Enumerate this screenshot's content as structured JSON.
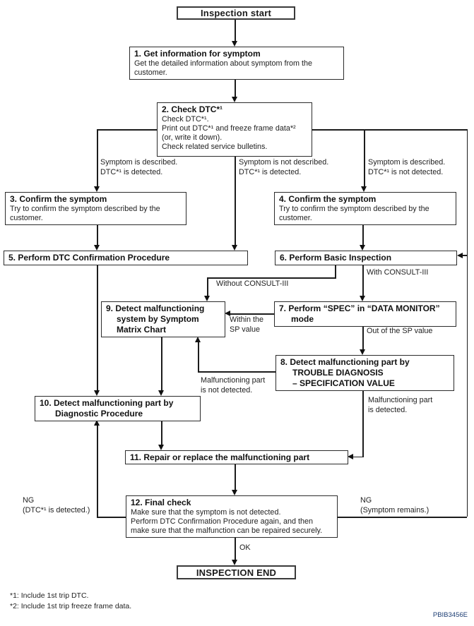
{
  "diagram": {
    "start_label": "Inspection start",
    "end_label": "INSPECTION END",
    "boxes": {
      "b1": {
        "title": "1. Get information for symptom",
        "body": "Get the detailed information about symptom from the customer."
      },
      "b2": {
        "title": "2. Check DTC*¹",
        "lines": [
          "Check DTC*¹.",
          "Print out DTC*¹ and freeze frame data*²",
          "(or, write it down).",
          "Check related service bulletins."
        ]
      },
      "b3": {
        "title": "3. Confirm the symptom",
        "body": "Try to confirm the symptom described by the customer."
      },
      "b4": {
        "title": "4. Confirm the symptom",
        "body": "Try to confirm the symptom described by the customer."
      },
      "b5": {
        "title": "5. Perform DTC Confirmation Procedure"
      },
      "b6": {
        "title": "6. Perform Basic Inspection"
      },
      "b7": {
        "line1": "7. Perform “SPEC” in “DATA MONITOR”",
        "line2": "mode"
      },
      "b8": {
        "line1": "8. Detect malfunctioning part by",
        "line2": "TROUBLE DIAGNOSIS",
        "line3": "– SPECIFICATION VALUE"
      },
      "b9": {
        "line1": "9. Detect malfunctioning",
        "line2": "system by Symptom",
        "line3": "Matrix Chart"
      },
      "b10": {
        "line1": "10. Detect malfunctioning part by",
        "line2": "Diagnostic Procedure"
      },
      "b11": {
        "title": "11. Repair or replace the malfunctioning part"
      },
      "b12": {
        "title": "12. Final check",
        "lines": [
          "Make sure that the symptom is not detected.",
          "Perform DTC Confirmation Procedure again, and then",
          "make sure that the malfunction can be repaired securely."
        ]
      }
    },
    "labels": {
      "branch_left_1": "Symptom is described.",
      "branch_left_2": "DTC*¹ is detected.",
      "branch_mid_1": "Symptom is not described.",
      "branch_mid_2": "DTC*¹ is detected.",
      "branch_right_1": "Symptom is described.",
      "branch_right_2": "DTC*¹ is not detected.",
      "without_consult": "Without CONSULT-III",
      "with_consult": "With CONSULT-III",
      "within_sp_1": "Within the",
      "within_sp_2": "SP value",
      "out_sp": "Out of the SP value",
      "malf_nd_1": "Malfunctioning part",
      "malf_nd_2": "is not detected.",
      "malf_d_1": "Malfunctioning part",
      "malf_d_2": "is detected.",
      "ng_left_1": "NG",
      "ng_left_2": "(DTC*¹ is detected.)",
      "ng_right_1": "NG",
      "ng_right_2": "(Symptom remains.)",
      "ok": "OK"
    },
    "footnotes": [
      "*1: Include 1st trip DTC.",
      "*2: Include 1st trip freeze frame data."
    ],
    "figure_code": "PBIB3456E",
    "colors": {
      "line": "#1c1c1c",
      "figure_code": "#1c3d73",
      "background": "#ffffff"
    }
  }
}
